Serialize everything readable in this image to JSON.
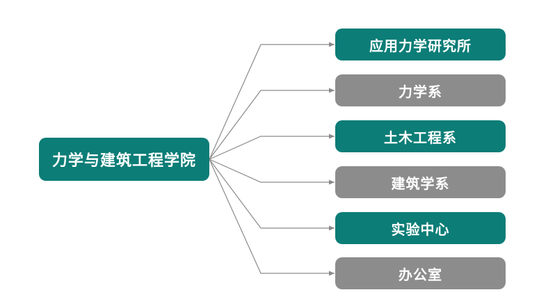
{
  "diagram": {
    "type": "org-chart",
    "background": "#ffffff",
    "text_color": "#ffffff",
    "connector_color": "#8a8a8a",
    "accent_teal": "#0c7d77",
    "accent_gray": "#8c8c8c",
    "root": {
      "label": "力学与建筑工程学院",
      "color": "#0c7d77"
    },
    "children": [
      {
        "label": "应用力学研究所",
        "color": "#0c7d77"
      },
      {
        "label": "力学系",
        "color": "#8c8c8c"
      },
      {
        "label": "土木工程系",
        "color": "#0c7d77"
      },
      {
        "label": "建筑学系",
        "color": "#8c8c8c"
      },
      {
        "label": "实验中心",
        "color": "#0c7d77"
      },
      {
        "label": "办公室",
        "color": "#8c8c8c"
      }
    ]
  }
}
